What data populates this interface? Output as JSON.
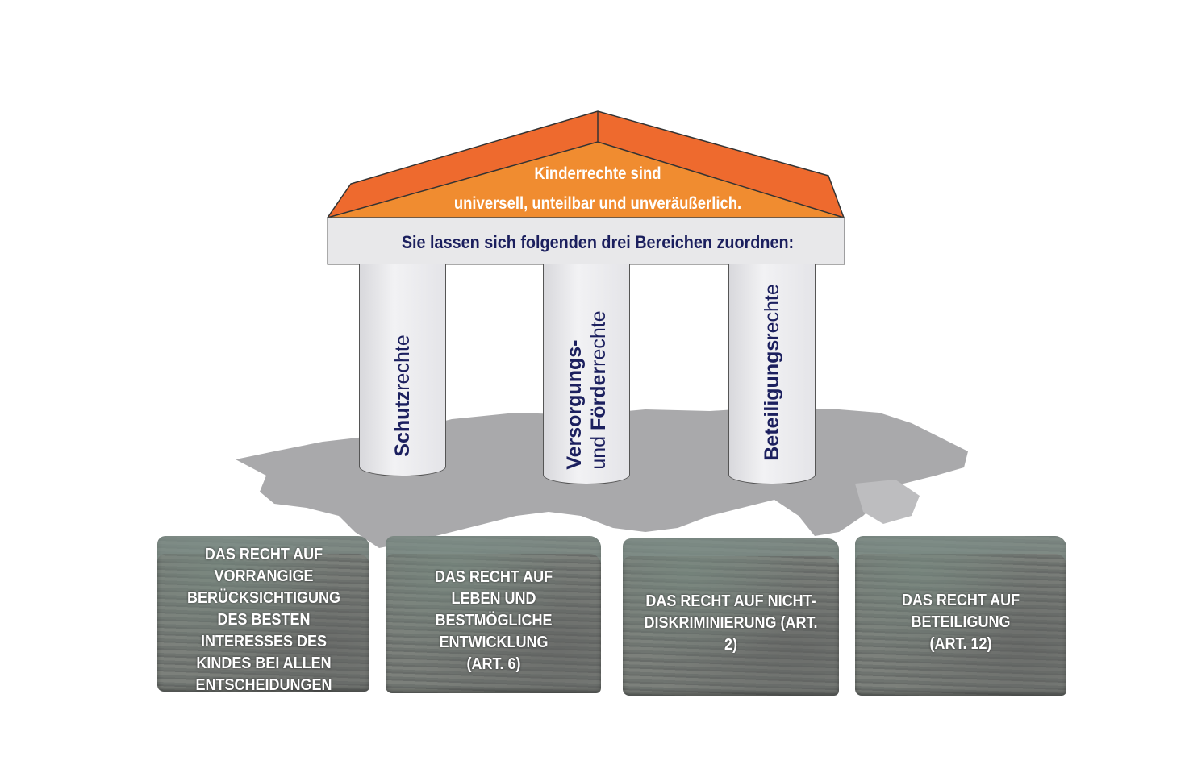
{
  "roof": {
    "line1": "Kinderrechte sind",
    "line2": "universell, unteilbar und unveräußerlich."
  },
  "beam": {
    "text": "Sie lassen sich folgenden drei Bereichen zuordnen:"
  },
  "columns": [
    {
      "bold": "Schutz",
      "normal": "rechte"
    },
    {
      "bold": "Versorgungs-",
      "normal_prefix": "und ",
      "bold2": "Förder",
      "normal": "rechte"
    },
    {
      "bold": "Beteiligungs",
      "normal": "rechte"
    }
  ],
  "stones": [
    {
      "text": "DAS RECHT AUF VORRANGIGE BERÜCKSICHTIGUNG DES BESTEN INTERESSES DES KINDES BEI ALLEN ENTSCHEIDUNGEN"
    },
    {
      "text": "DAS RECHT AUF LEBEN UND BESTMÖGLICHE ENTWICKLUNG (ART. 6)"
    },
    {
      "text": "DAS RECHT AUF NICHT-DISKRIMINIERUNG (ART. 2)"
    },
    {
      "text": "DAS RECHT AUF BETEILIGUNG (ART. 12)"
    }
  ],
  "colors": {
    "roof_outer": "#ee6a2e",
    "roof_inner": "#f08c30",
    "beam": "#e8e8ea",
    "text_navy": "#1b1f5e",
    "map": "#a9a9ab"
  }
}
